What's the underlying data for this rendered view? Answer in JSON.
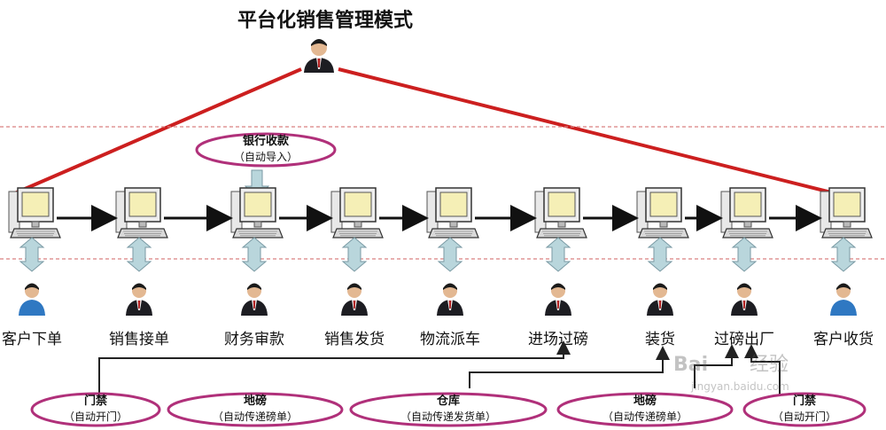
{
  "title": "平台化销售管理模式",
  "colors": {
    "red_line": "#cc1f1f",
    "dashed": "#d98080",
    "ellipse": "#b0307a",
    "arrow_fill": "#b9d6dc",
    "arrow_stroke": "#7a9aa4",
    "monitor": "#f5efb6",
    "connector": "#222222"
  },
  "stages": [
    {
      "label": "客户下单",
      "person": "customer"
    },
    {
      "label": "销售接单",
      "person": "staff"
    },
    {
      "label": "财务审款",
      "person": "staff"
    },
    {
      "label": "销售发货",
      "person": "staff"
    },
    {
      "label": "物流派车",
      "person": "staff"
    },
    {
      "label": "进场过磅",
      "person": "staff"
    },
    {
      "label": "装货",
      "person": "staff"
    },
    {
      "label": "过磅出厂",
      "person": "staff"
    },
    {
      "label": "客户收货",
      "person": "customer"
    }
  ],
  "top_note": {
    "title": "银行收款",
    "sub": "（自动导入）"
  },
  "bottom_notes": [
    {
      "title": "门禁",
      "sub": "（自动开门）"
    },
    {
      "title": "地磅",
      "sub": "（自动传递磅单）"
    },
    {
      "title": "仓库",
      "sub": "（自动传递发货单）"
    },
    {
      "title": "地磅",
      "sub": "（自动传递磅单）"
    },
    {
      "title": "门禁",
      "sub": "（自动开门）"
    }
  ],
  "watermark": "Baidu 经验 jingyan.baidu.com"
}
